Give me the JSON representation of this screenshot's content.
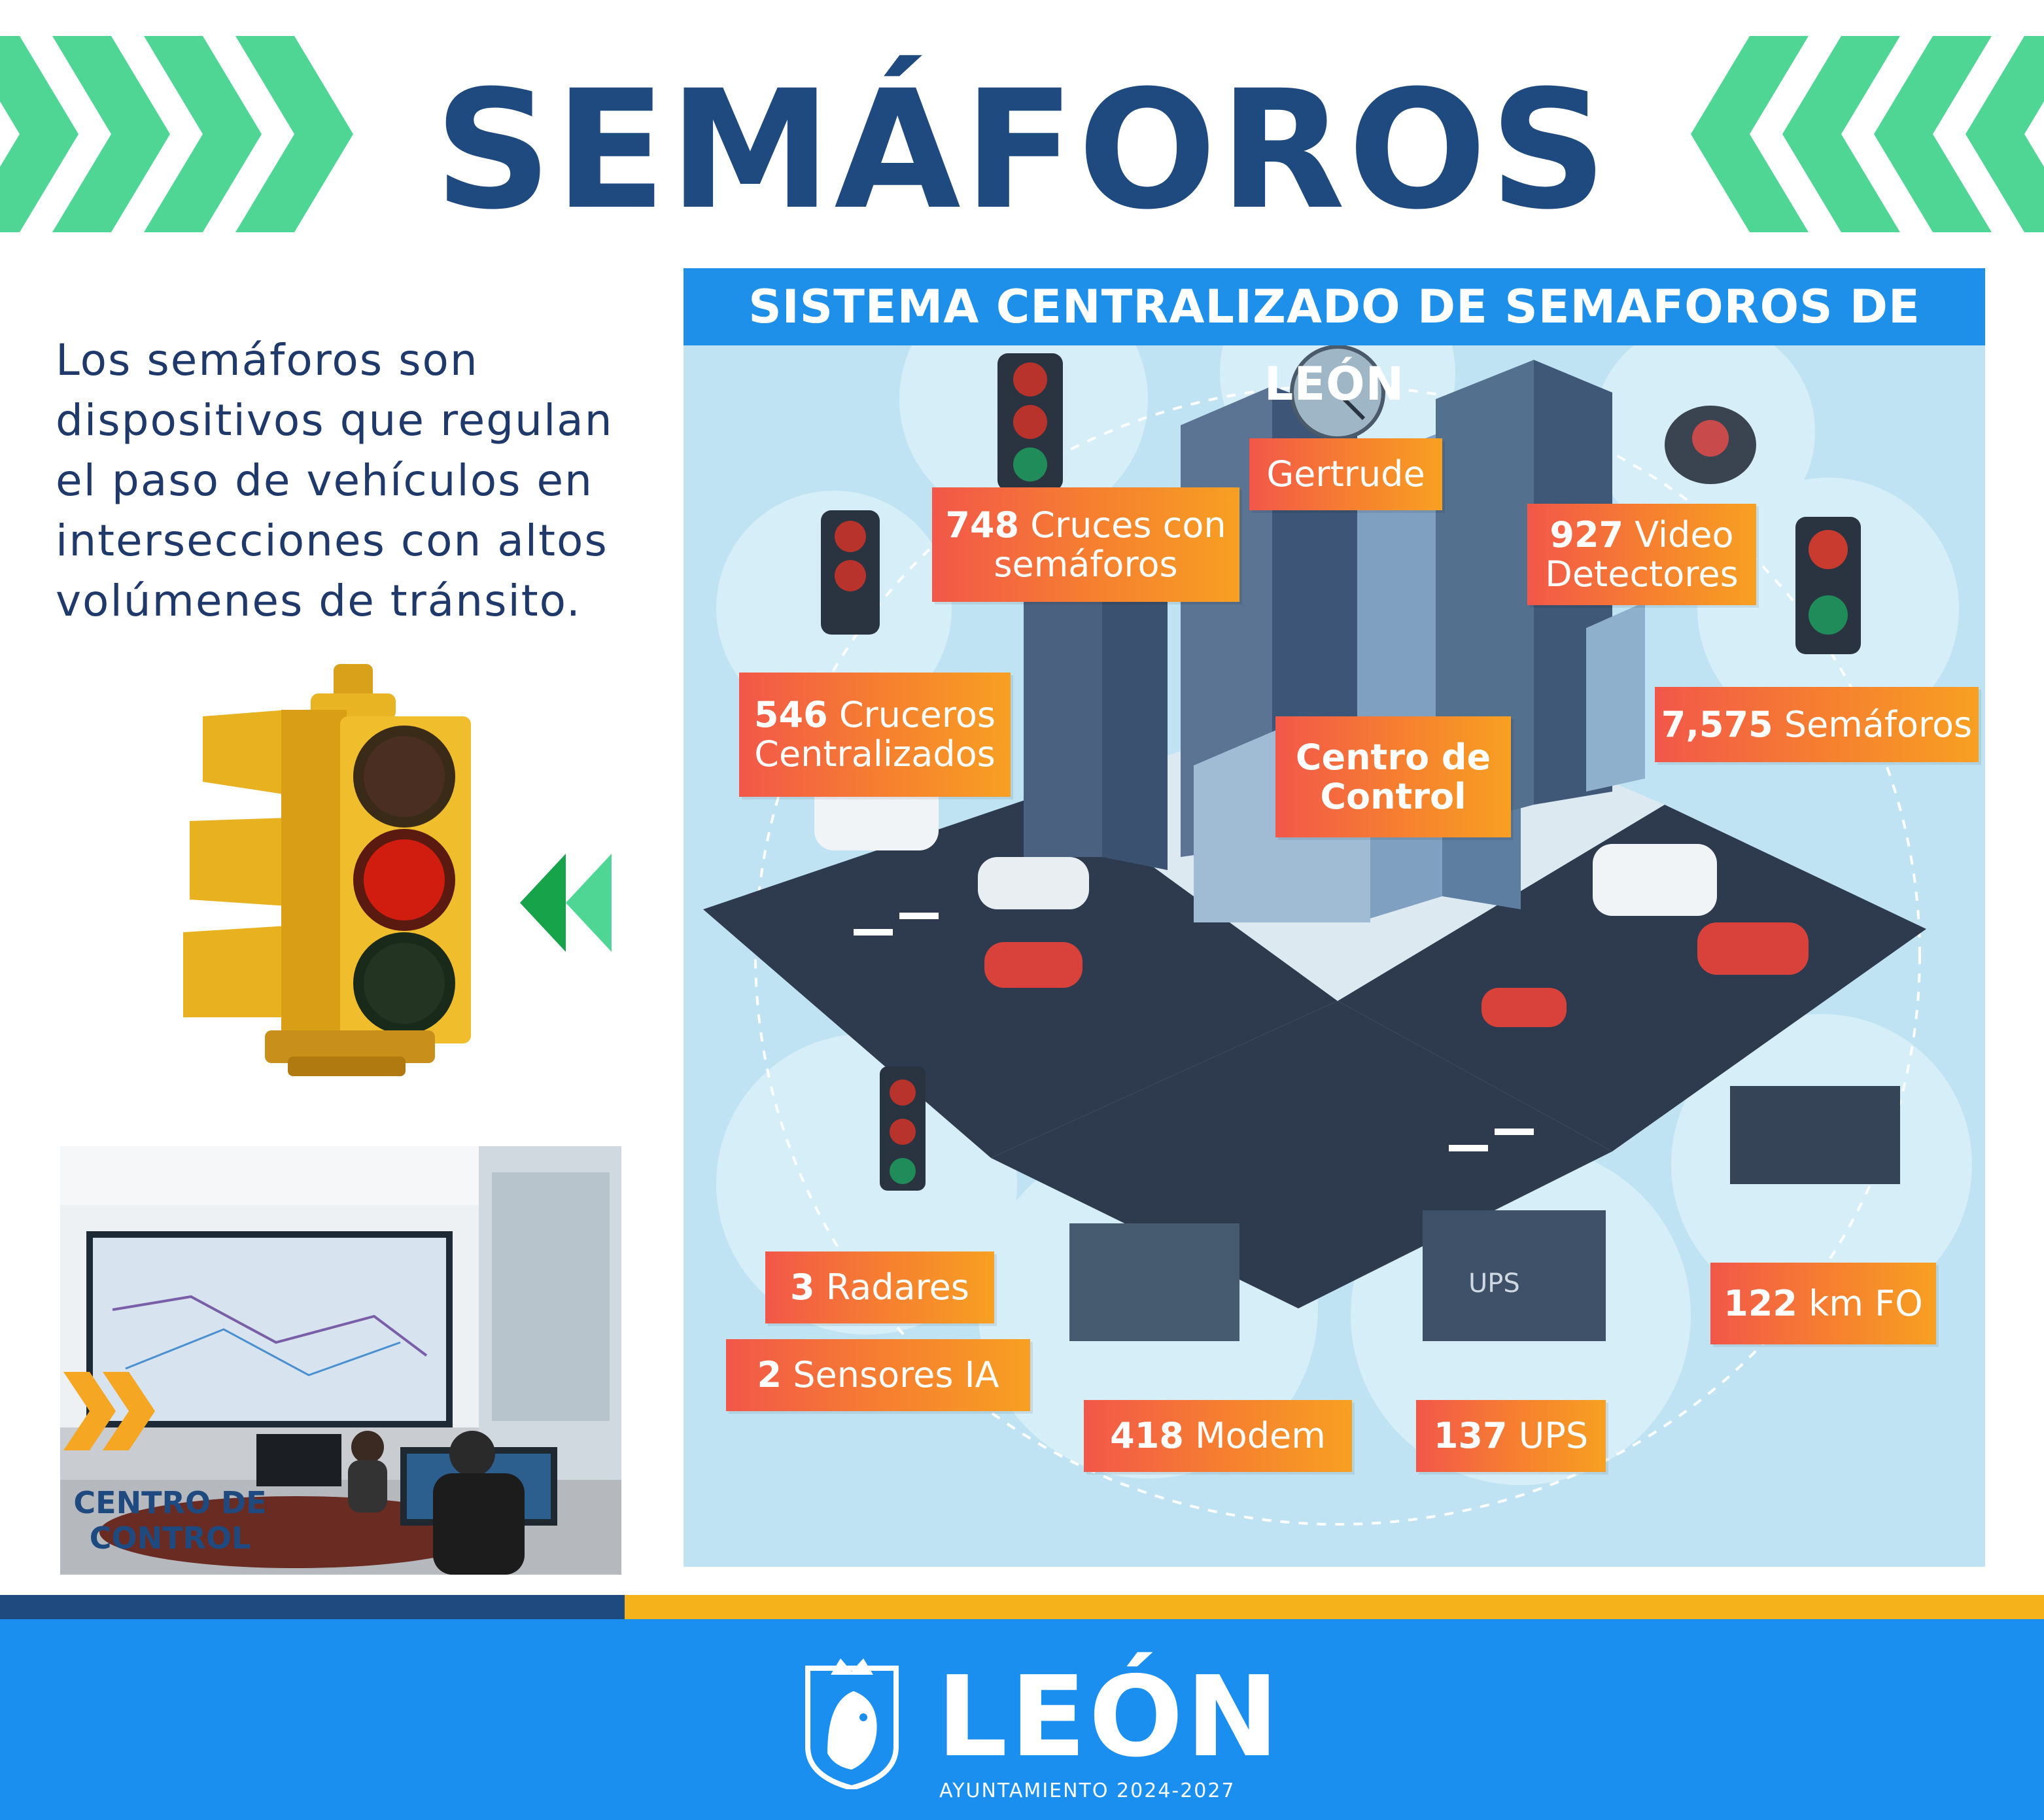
{
  "header": {
    "title": "SEMÁFOROS"
  },
  "intro": {
    "lines": [
      "Los semáforos son",
      "dispositivos que regulan",
      "el paso de vehículos en",
      "intersecciones con altos",
      "volúmenes de tránsito."
    ]
  },
  "panel": {
    "title": "SISTEMA CENTRALIZADO DE SEMAFOROS DE LEÓN",
    "labels": {
      "gertrude": "Gertrude",
      "cruces": {
        "value": "748",
        "line1": "Cruces con",
        "line2": "semáforos"
      },
      "video": {
        "value": "927",
        "line1": "Video",
        "line2": "Detectores"
      },
      "cruceros": {
        "value": "546",
        "line1": "Cruceros",
        "line2": "Centralizados"
      },
      "semaforos": {
        "value": "7,575",
        "text": "Semáforos"
      },
      "centro": {
        "line1": "Centro de",
        "line2": "Control"
      },
      "radares": {
        "value": "3",
        "text": "Radares"
      },
      "sensores": {
        "value": "2",
        "text": "Sensores IA"
      },
      "modem": {
        "value": "418",
        "text": "Modem"
      },
      "ups": {
        "value": "137",
        "text": "UPS"
      },
      "fo": {
        "value": "122",
        "text": "km FO"
      },
      "ups_box_text": "UPS"
    }
  },
  "photo": {
    "label_line1": "CENTRO DE",
    "label_line2": "CONTROL"
  },
  "footer": {
    "logo": "LEÓN",
    "subtitle": "AYUNTAMIENTO 2024-2027"
  },
  "colors": {
    "brand_blue": "#1f4a80",
    "accent_green": "#4fd694",
    "header_blue": "#1e90ea",
    "label_orange": "#f6812f",
    "footer_blue": "#1a8ff0",
    "stripe_yellow": "#f5b21b"
  }
}
